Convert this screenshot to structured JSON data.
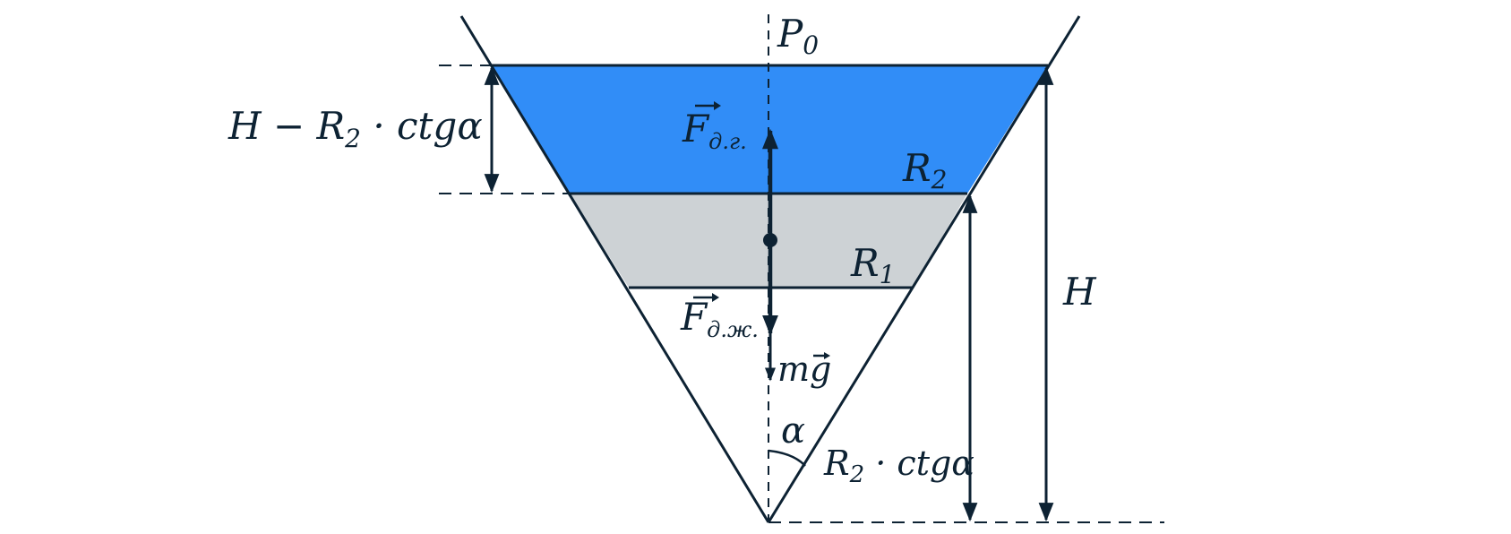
{
  "colors": {
    "ink": "#0d2233",
    "gas_fill": "#318df7",
    "body_fill": "#cdd2d5",
    "background": "#ffffff"
  },
  "labels": {
    "p0": {
      "main": "P",
      "sub": "0"
    },
    "h_minus": {
      "main": "H − R",
      "sub": "2",
      "tail": " · ctgα"
    },
    "f_gas": {
      "main": "F",
      "sub": "д.г."
    },
    "r2": {
      "main": "R",
      "sub": "2"
    },
    "r1": {
      "main": "R",
      "sub": "1"
    },
    "f_liq": {
      "main": "F",
      "sub": "д.ж."
    },
    "mg": {
      "main": "mg"
    },
    "alpha": "α",
    "r2ctg": {
      "main": "R",
      "sub": "2",
      "tail": " · ctgα"
    },
    "h": "H"
  }
}
